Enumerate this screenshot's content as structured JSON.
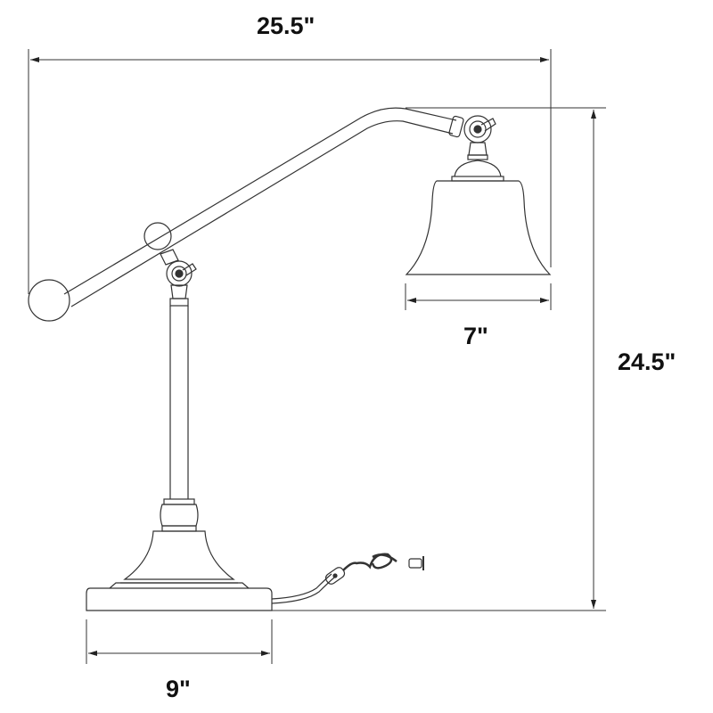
{
  "diagram": {
    "type": "dimension-drawing",
    "subject": "balance-arm desk lamp with bell shade",
    "line_color": "#333333",
    "label_color": "#111111",
    "background": "#ffffff"
  },
  "dimensions": {
    "overall_width": {
      "label": "25.5\"",
      "orientation": "horizontal"
    },
    "overall_height": {
      "label": "24.5\"",
      "orientation": "vertical"
    },
    "shade_width": {
      "label": "7\"",
      "orientation": "horizontal"
    },
    "base_width": {
      "label": "9\"",
      "orientation": "horizontal"
    }
  },
  "components": [
    "counterweight-ball",
    "pivot-ball",
    "balance-arm",
    "arm-joint",
    "shade-swivel",
    "bell-shade",
    "stem",
    "stem-collar",
    "flared-base",
    "base-plinth",
    "power-cord",
    "inline-switch",
    "plug"
  ]
}
